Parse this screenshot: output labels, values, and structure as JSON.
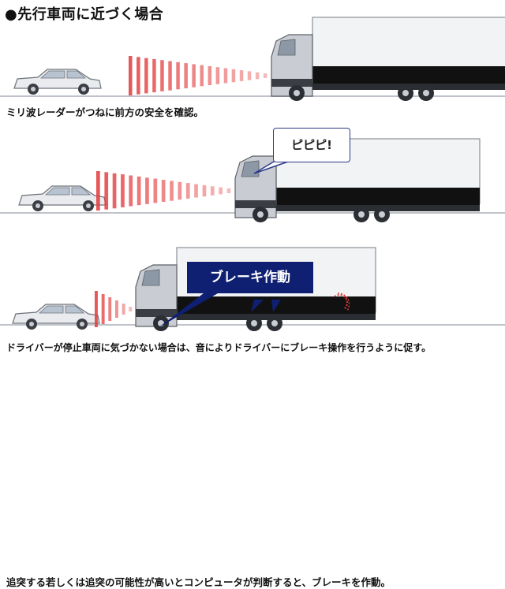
{
  "title": "●先行車両に近づく場合",
  "panels": [
    {
      "caption": "ミリ波レーダーがつねに前方の安全を確認。"
    },
    {
      "caption": "ドライバーが停止車両に気づかない場合は、音によりドライバーにブレーキ操作を行うように促す。",
      "speech": "ピピピ!"
    },
    {
      "caption": "追突する若しくは追突の可能性が高いとコンピュータが判断すると、ブレーキを作動。",
      "callout": "ブレーキ作動"
    }
  ],
  "colors": {
    "radar": "#e23a3a",
    "callout_bg": "#0f1f72",
    "truck_stripe": "#111111",
    "cab": "#c9ccd2",
    "body": "#f2f3f5"
  },
  "icons": [
    "car-icon",
    "truck-icon",
    "radar-wave-icon",
    "brake-light-icon"
  ]
}
